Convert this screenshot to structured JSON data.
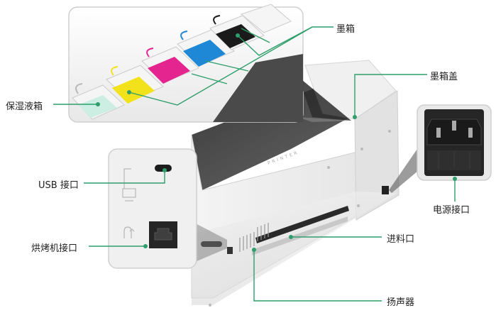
{
  "callouts": {
    "ink_cartridge": "墨箱",
    "ink_cover": "墨箱盖",
    "moisturizing_box": "保湿液箱",
    "usb_port": "USB 接口",
    "dryer_port": "烘烤机接口",
    "power_port": "电源接口",
    "paper_feed": "进料口",
    "speaker": "扬声器"
  },
  "brand_engraving": "PRINTER",
  "colors": {
    "accent_line": "#2f9e6a",
    "cyan_ink": "#1e88d6",
    "magenta_ink": "#e4258f",
    "yellow_ink": "#f2e21c",
    "black_ink": "#1a1a1a",
    "moisture": "#cdeee3",
    "body_light": "#eeeeee",
    "body_mid": "#dcdcdc"
  },
  "icons": [
    "usb-icon",
    "dryer-connector-icon",
    "ethernet-port-icon",
    "power-socket-icon"
  ]
}
